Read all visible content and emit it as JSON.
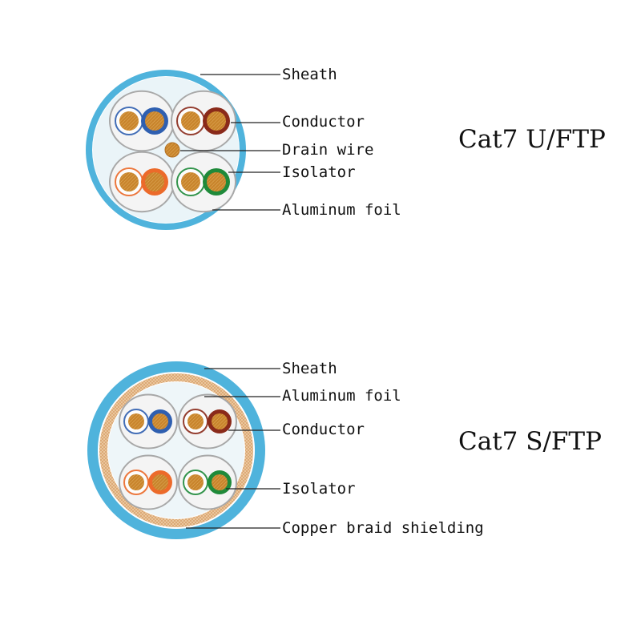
{
  "diagrams": [
    {
      "title": "Cat7 U/FTP",
      "labels": [
        "Sheath",
        "Conductor",
        "Drain wire",
        "Isolator",
        "Aluminum foil"
      ]
    },
    {
      "title": "Cat7 S/FTP",
      "labels": [
        "Sheath",
        "Aluminum foil",
        "Conductor",
        "Isolator",
        "Copper braid shielding"
      ]
    }
  ],
  "colors": {
    "sheath": "#4fb3dc",
    "sheath_inner": "#dceff8",
    "braid": "#e9c39a",
    "copper": "#c8842c",
    "blue": "#2f5fb0",
    "brown": "#8a2a1a",
    "orange": "#ec6a2a",
    "green": "#1f8a3a",
    "white_pair": "#ffffff"
  },
  "pairs": [
    {
      "color_name": "blue"
    },
    {
      "color_name": "brown"
    },
    {
      "color_name": "orange"
    },
    {
      "color_name": "green"
    }
  ]
}
